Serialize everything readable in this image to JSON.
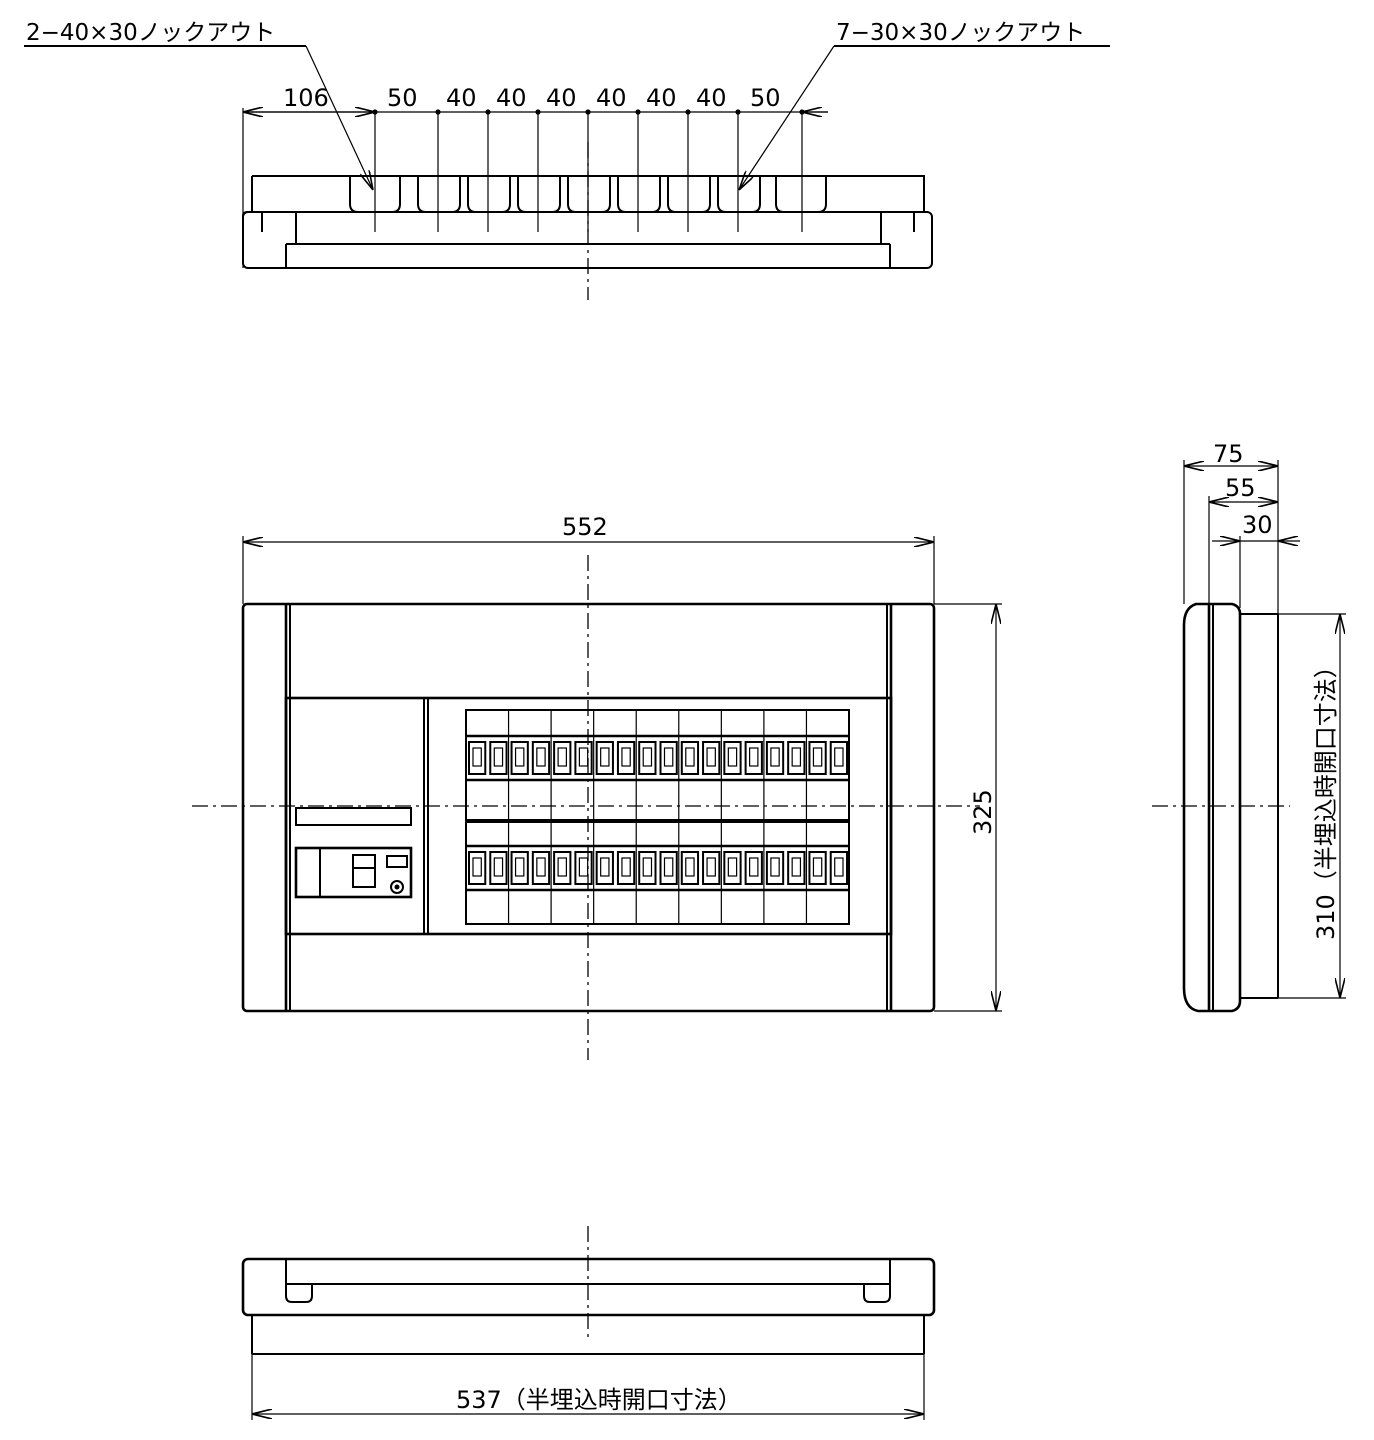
{
  "top_view": {
    "knockout_note_left": "2−40×30ノックアウト",
    "knockout_note_right": "7−30×30ノックアウト",
    "pitch_labels": [
      "106",
      "50",
      "40",
      "40",
      "40",
      "40",
      "40",
      "40",
      "50"
    ]
  },
  "front_view": {
    "width_label": "552",
    "height_label": "325",
    "breaker_rows": 2,
    "breakers_per_row": 9
  },
  "side_view": {
    "depth_labels": [
      "75",
      "55",
      "30"
    ],
    "opening_height_label": "310（半埋込時開口寸法）"
  },
  "bottom_view": {
    "opening_width_label": "537（半埋込時開口寸法）"
  }
}
